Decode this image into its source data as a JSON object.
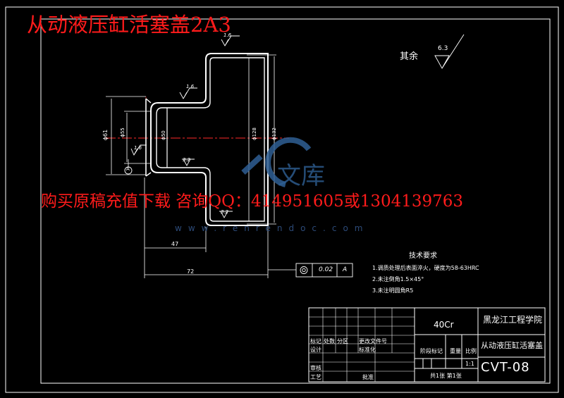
{
  "title": "从动液压缸活塞盖2A3",
  "advert": "购买原稿充值下载  咨询QQ：414951605或1304139763",
  "watermark": {
    "url": "www.renrendoc.com",
    "text": "文库"
  },
  "roughness": {
    "rest_label": "其余",
    "rest_value": "6.3",
    "top": "1.6",
    "upper_left": "1.6",
    "hole": "1.6",
    "inner": "3.2",
    "bottom": "3.2"
  },
  "dimensions": {
    "d61": "ϕ61",
    "d55": "ϕ55",
    "d50": "ϕ50",
    "d128": "ϕ128",
    "d132": "ϕ132",
    "len47": "47",
    "len72": "72"
  },
  "datum": "A",
  "tolerance": {
    "value": "0.02",
    "datum": "A"
  },
  "tech_requirements": {
    "heading": "技术要求",
    "items": [
      "1.调质处理后表面淬火，硬度为58-63HRC",
      "2.未注倒角1.5×45°",
      "3.未注明圆角R5"
    ]
  },
  "title_block": {
    "material": "40Cr",
    "school": "黑龙江工程学院",
    "part_name": "从动液压缸活塞盖",
    "drawing_no": "CVT-08",
    "scale": "1:1",
    "sheet": "共1张 第1张",
    "labels": {
      "mark": "标记",
      "count": "处数",
      "zone": "分区",
      "doc_no": "更改文件号",
      "designer": "设计",
      "standard": "标准化",
      "stage": "阶段标记",
      "weight": "重量",
      "scale_lbl": "比例",
      "review": "审核",
      "process": "工艺",
      "approve": "批准"
    }
  },
  "colors": {
    "background": "#000000",
    "lines": "#ffffff",
    "red": "#ff1b1b",
    "centerline": "#ff2a2a",
    "dimension": "#ffffff"
  }
}
